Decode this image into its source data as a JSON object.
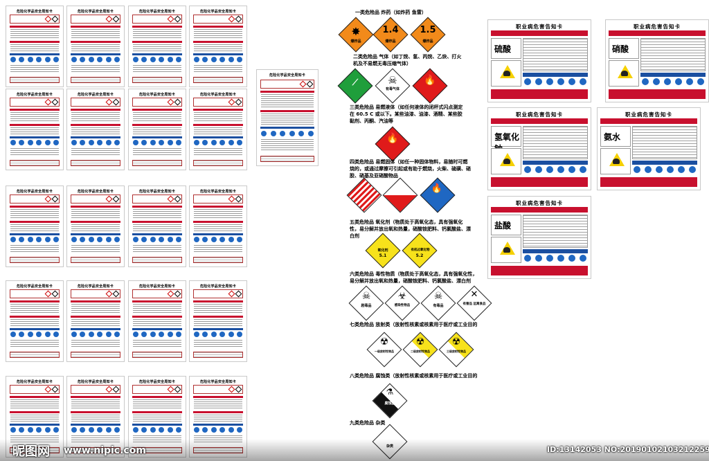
{
  "safety_card_title": "危险化学品安全周知卡",
  "hazard_classes": [
    {
      "title": "一类危险品 炸药（如炸药 鱼雷）",
      "signs": [
        "爆炸品",
        "1.4",
        "爆炸品",
        "1.5",
        "爆炸品"
      ]
    },
    {
      "title": "二类危险品 气体（如丁烷、氢、丙烷、乙炔、打火机及不易燃无毒压缩气体）",
      "signs": [
        "有毒气体"
      ]
    },
    {
      "title": "三类危险品 易燃液体（如任何液体的闭杯式闪点测定在 60.5 C 或以下。某些油漆、油漆、酒精、某些胶黏剂、丙酮、汽油等"
    },
    {
      "title": "四类危险品 易燃固体（如任一种固体物料，易随时可燃烧的，或通过摩擦可引起或有助于燃烧，火柴、硫磺、硝胶、硝基及亚硝酸物品"
    },
    {
      "title": "五类危险品 氧化剂（物质处于高氧化态，具有强氧化性，易分解并放出氧和热量，硝酸铵肥料、钙氯酸盐、漂白剂",
      "signs": [
        "氧化剂",
        "5.1",
        "有机过氧化物",
        "5.2"
      ]
    },
    {
      "title": "六类危险品 毒性物质（物质处于高氧化态，具有强氧化性，易分解并放出氧和热量，硝酸铵肥料、钙氯酸盐、漂白剂",
      "signs": [
        "剧毒品",
        "感染性物品",
        "有毒品",
        "有害品 远离食品"
      ]
    },
    {
      "title": "七类危险品 放射类（放射性核素或核素用于医疗或工业目的",
      "signs": [
        "一级放射性物品",
        "二级放射性物品",
        "三级放射性物品"
      ]
    },
    {
      "title": "八类危险品 腐蚀类（放射性核素或核素用于医疗或工业目的",
      "signs": [
        "腐蚀品"
      ]
    },
    {
      "title": "九类危险品 杂类",
      "signs": [
        "杂类"
      ]
    }
  ],
  "occupational_cards": {
    "title": "职业病危害告知卡",
    "chemicals": [
      "硫酸",
      "硝酸",
      "氢氧化钠",
      "氨水",
      "盐酸"
    ]
  },
  "watermark": {
    "left": "昵图网",
    "url": "www.nipic.com",
    "right": "ID:13142053 NO:20190102103212259032"
  }
}
